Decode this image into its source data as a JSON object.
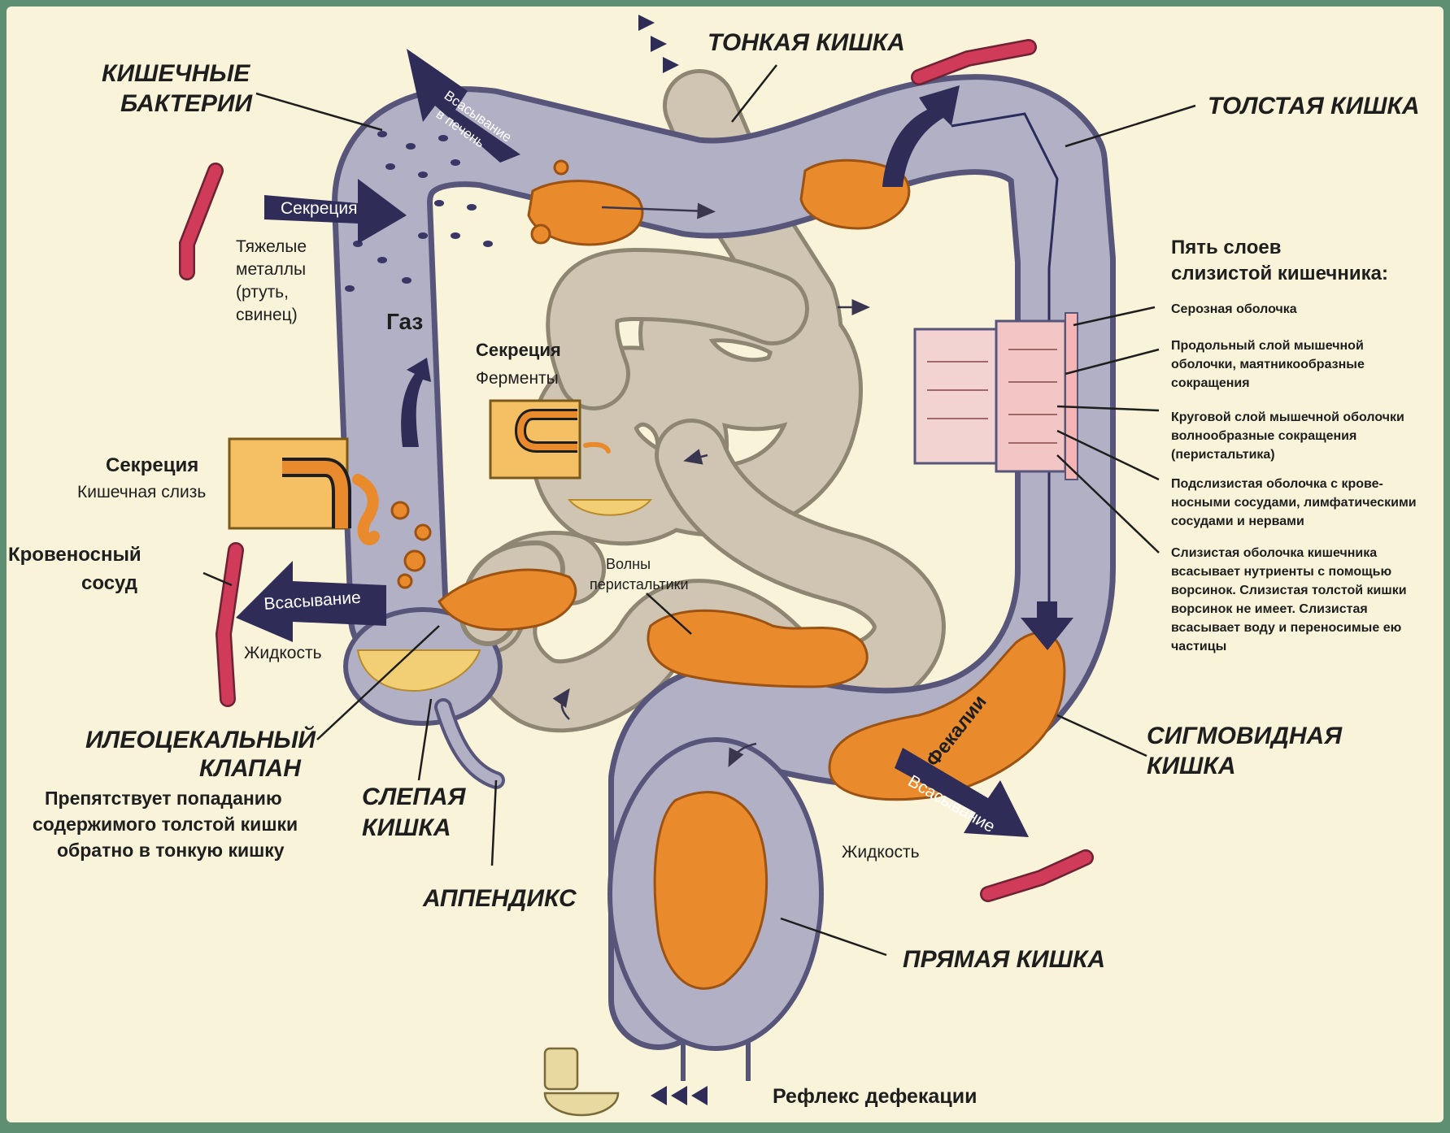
{
  "labels": {
    "small_intestine": "ТОНКАЯ КИШКА",
    "large_intestine": "ТОЛСТАЯ КИШКА",
    "bacteria_line1": "КИШЕЧНЫЕ",
    "bacteria_line2": "БАКТЕРИИ",
    "sigmoid_line1": "СИГМОВИДНАЯ",
    "sigmoid_line2": "КИШКА",
    "rectum": "ПРЯМАЯ КИШКА",
    "cecum_line1": "СЛЕПАЯ",
    "cecum_line2": "КИШКА",
    "appendix": "АППЕНДИКС",
    "valve_line1": "ИЛЕОЦЕКАЛЬНЫЙ",
    "valve_line2": "КЛАПАН",
    "valve_desc": [
      "Препятствует попаданию",
      "содержимого толстой кишки",
      "обратно в тонкую кишку"
    ],
    "vessel_line1": "Кровеносный",
    "vessel_line2": "сосуд",
    "heavy_metals": [
      "Тяжелые",
      "металлы",
      "(ртуть,",
      "свинец)"
    ],
    "gas": "Газ",
    "secretion_mucus_title": "Секреция",
    "secretion_mucus_sub": "Кишечная слизь",
    "secretion_enzymes_title": "Секреция",
    "secretion_enzymes_sub": "Ферменты",
    "peristalsis_line1": "Волны",
    "peristalsis_line2": "перистальтики",
    "fluid_left": "Жидкость",
    "fluid_right": "Жидкость",
    "feces": "Фекалии",
    "defecation": "Рефлекс дефекации"
  },
  "arrows": {
    "secretion": "Секреция",
    "absorption_left": "Всасывание",
    "absorption_right": "Всасывание",
    "absorption_liver_line1": "Всасывание",
    "absorption_liver_line2": "в печень"
  },
  "layers": {
    "title_line1": "Пять слоев",
    "title_line2": "слизистой кишечника:",
    "items": [
      [
        "Серозная оболочка"
      ],
      [
        "Продольный слой мышечной",
        "оболочки, маятникообразные",
        "сокращения"
      ],
      [
        "Круговой слой мышечной оболочки",
        "волнообразные сокращения",
        "(перистальтика)"
      ],
      [
        "Подслизистая оболочка с крове-",
        "носными сосудами, лимфатическими",
        "сосудами и нервами"
      ],
      [
        "Слизистая оболочка кишечника",
        "всасывает нутриенты с помощью",
        "ворсинок. Слизистая толстой кишки",
        "ворсинок не имеет. Слизистая",
        "всасывает воду и переносимые ею",
        "частицы"
      ]
    ]
  },
  "colors": {
    "background": "#f8f3d9",
    "frame": "#5e8f72",
    "colon": "#b2b0c5",
    "small_intestine": "#cfc5b2",
    "feces": "#e98a2c",
    "arrow": "#2f2c58",
    "vessel": "#cf3b58"
  }
}
